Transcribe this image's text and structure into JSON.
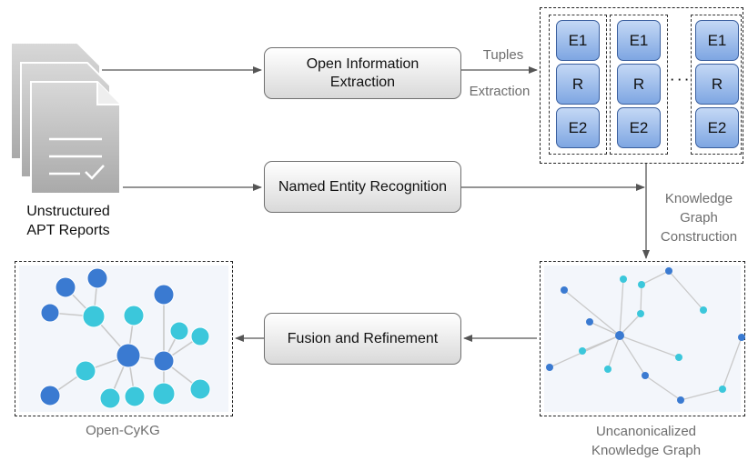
{
  "reports_label": [
    "Unstructured",
    "APT Reports"
  ],
  "processes": {
    "oie": [
      "Open Information",
      "Extraction"
    ],
    "ner": "Named Entity Recognition",
    "fusion": "Fusion and Refinement"
  },
  "arrow_labels": {
    "tuples": "Tuples",
    "extraction": "Extraction",
    "kg_construction": [
      "Knowledge",
      "Graph",
      "Construction"
    ]
  },
  "tuple_entities": [
    "E1",
    "R",
    "E2"
  ],
  "ellipsis": "·  ·  ·",
  "outputs": {
    "uncanon": [
      "Uncanonicalized",
      "Knowledge Graph"
    ],
    "open_cykg": "Open-CyKG"
  },
  "colors": {
    "entity_box": "#8fb2e8",
    "node_dark": "#3a7ad1",
    "node_light": "#3bc7db",
    "arrow": "#555555"
  }
}
